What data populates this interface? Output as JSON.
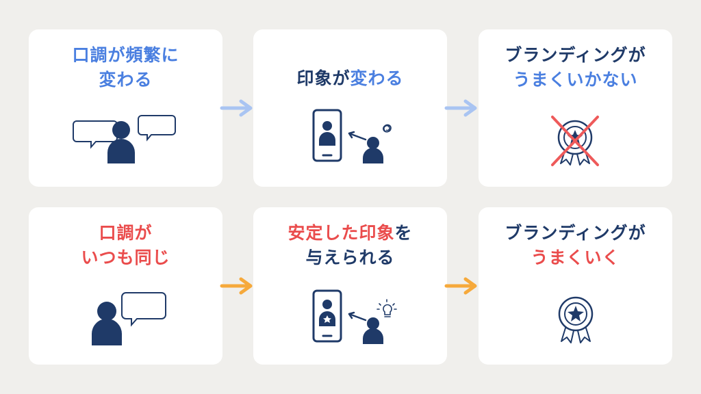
{
  "flow_top": {
    "step1": {
      "line1": "口調が頻繁に",
      "line2": "変わる"
    },
    "step2": {
      "pre": "印象が",
      "highlight": "変わる"
    },
    "step3": {
      "line1": "ブランディングが",
      "line2": "うまくいかない"
    }
  },
  "flow_bottom": {
    "step1": {
      "line1": "口調が",
      "line2": "いつも同じ"
    },
    "step2": {
      "line1": "安定した印象",
      "line1_suffix": "を",
      "line2": "与えられる"
    },
    "step3": {
      "line1": "ブランディングが",
      "line2": "うまくいく"
    }
  },
  "colors": {
    "navy": "#1f3a68",
    "blue_highlight": "#4a7fe0",
    "red_highlight": "#ea4c4c",
    "top_arrow": "#a9c4f2",
    "bottom_arrow": "#f6a93b",
    "cross": "#ee5a5a",
    "card": "#ffffff",
    "background": "#f0efec"
  },
  "icons": [
    "speech-bubble-icon",
    "person-icon",
    "smartphone-icon",
    "tangle-icon",
    "award-medal-icon",
    "cross-mark-icon",
    "star-icon",
    "lightbulb-icon",
    "arrow-right-icon"
  ]
}
